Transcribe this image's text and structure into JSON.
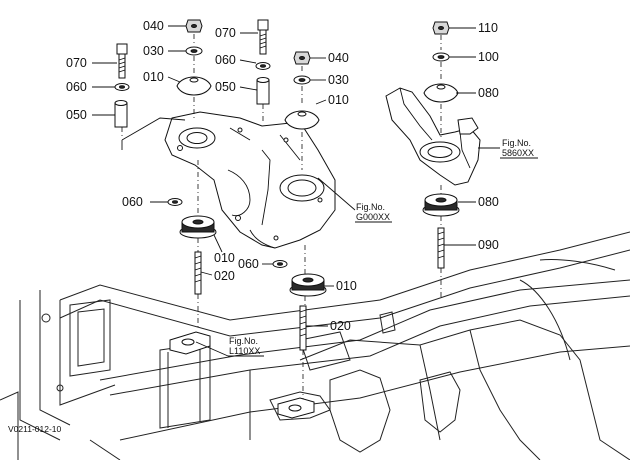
{
  "callouts": {
    "c040a": "040",
    "c030a": "030",
    "c070a": "070",
    "c010a": "010",
    "c060a": "060",
    "c050a": "050",
    "c070b": "070",
    "c060b": "060",
    "c050b": "050",
    "c040b": "040",
    "c030b": "030",
    "c010b": "010",
    "c110": "110",
    "c100": "100",
    "c080a": "080",
    "c060c": "060",
    "c080b": "080",
    "c090": "090",
    "c010c": "010",
    "c020a": "020",
    "c060d": "060",
    "c010d": "010",
    "c020b": "020"
  },
  "references": {
    "ref_g": {
      "line1": "Fig.No.",
      "line2": "G000XX"
    },
    "ref_5860": {
      "line1": "Fig.No.",
      "line2": "5860XX"
    },
    "ref_l110": {
      "line1": "Fig.No.",
      "line2": "L110XX"
    }
  },
  "drawing_code": "V0211-012-10"
}
